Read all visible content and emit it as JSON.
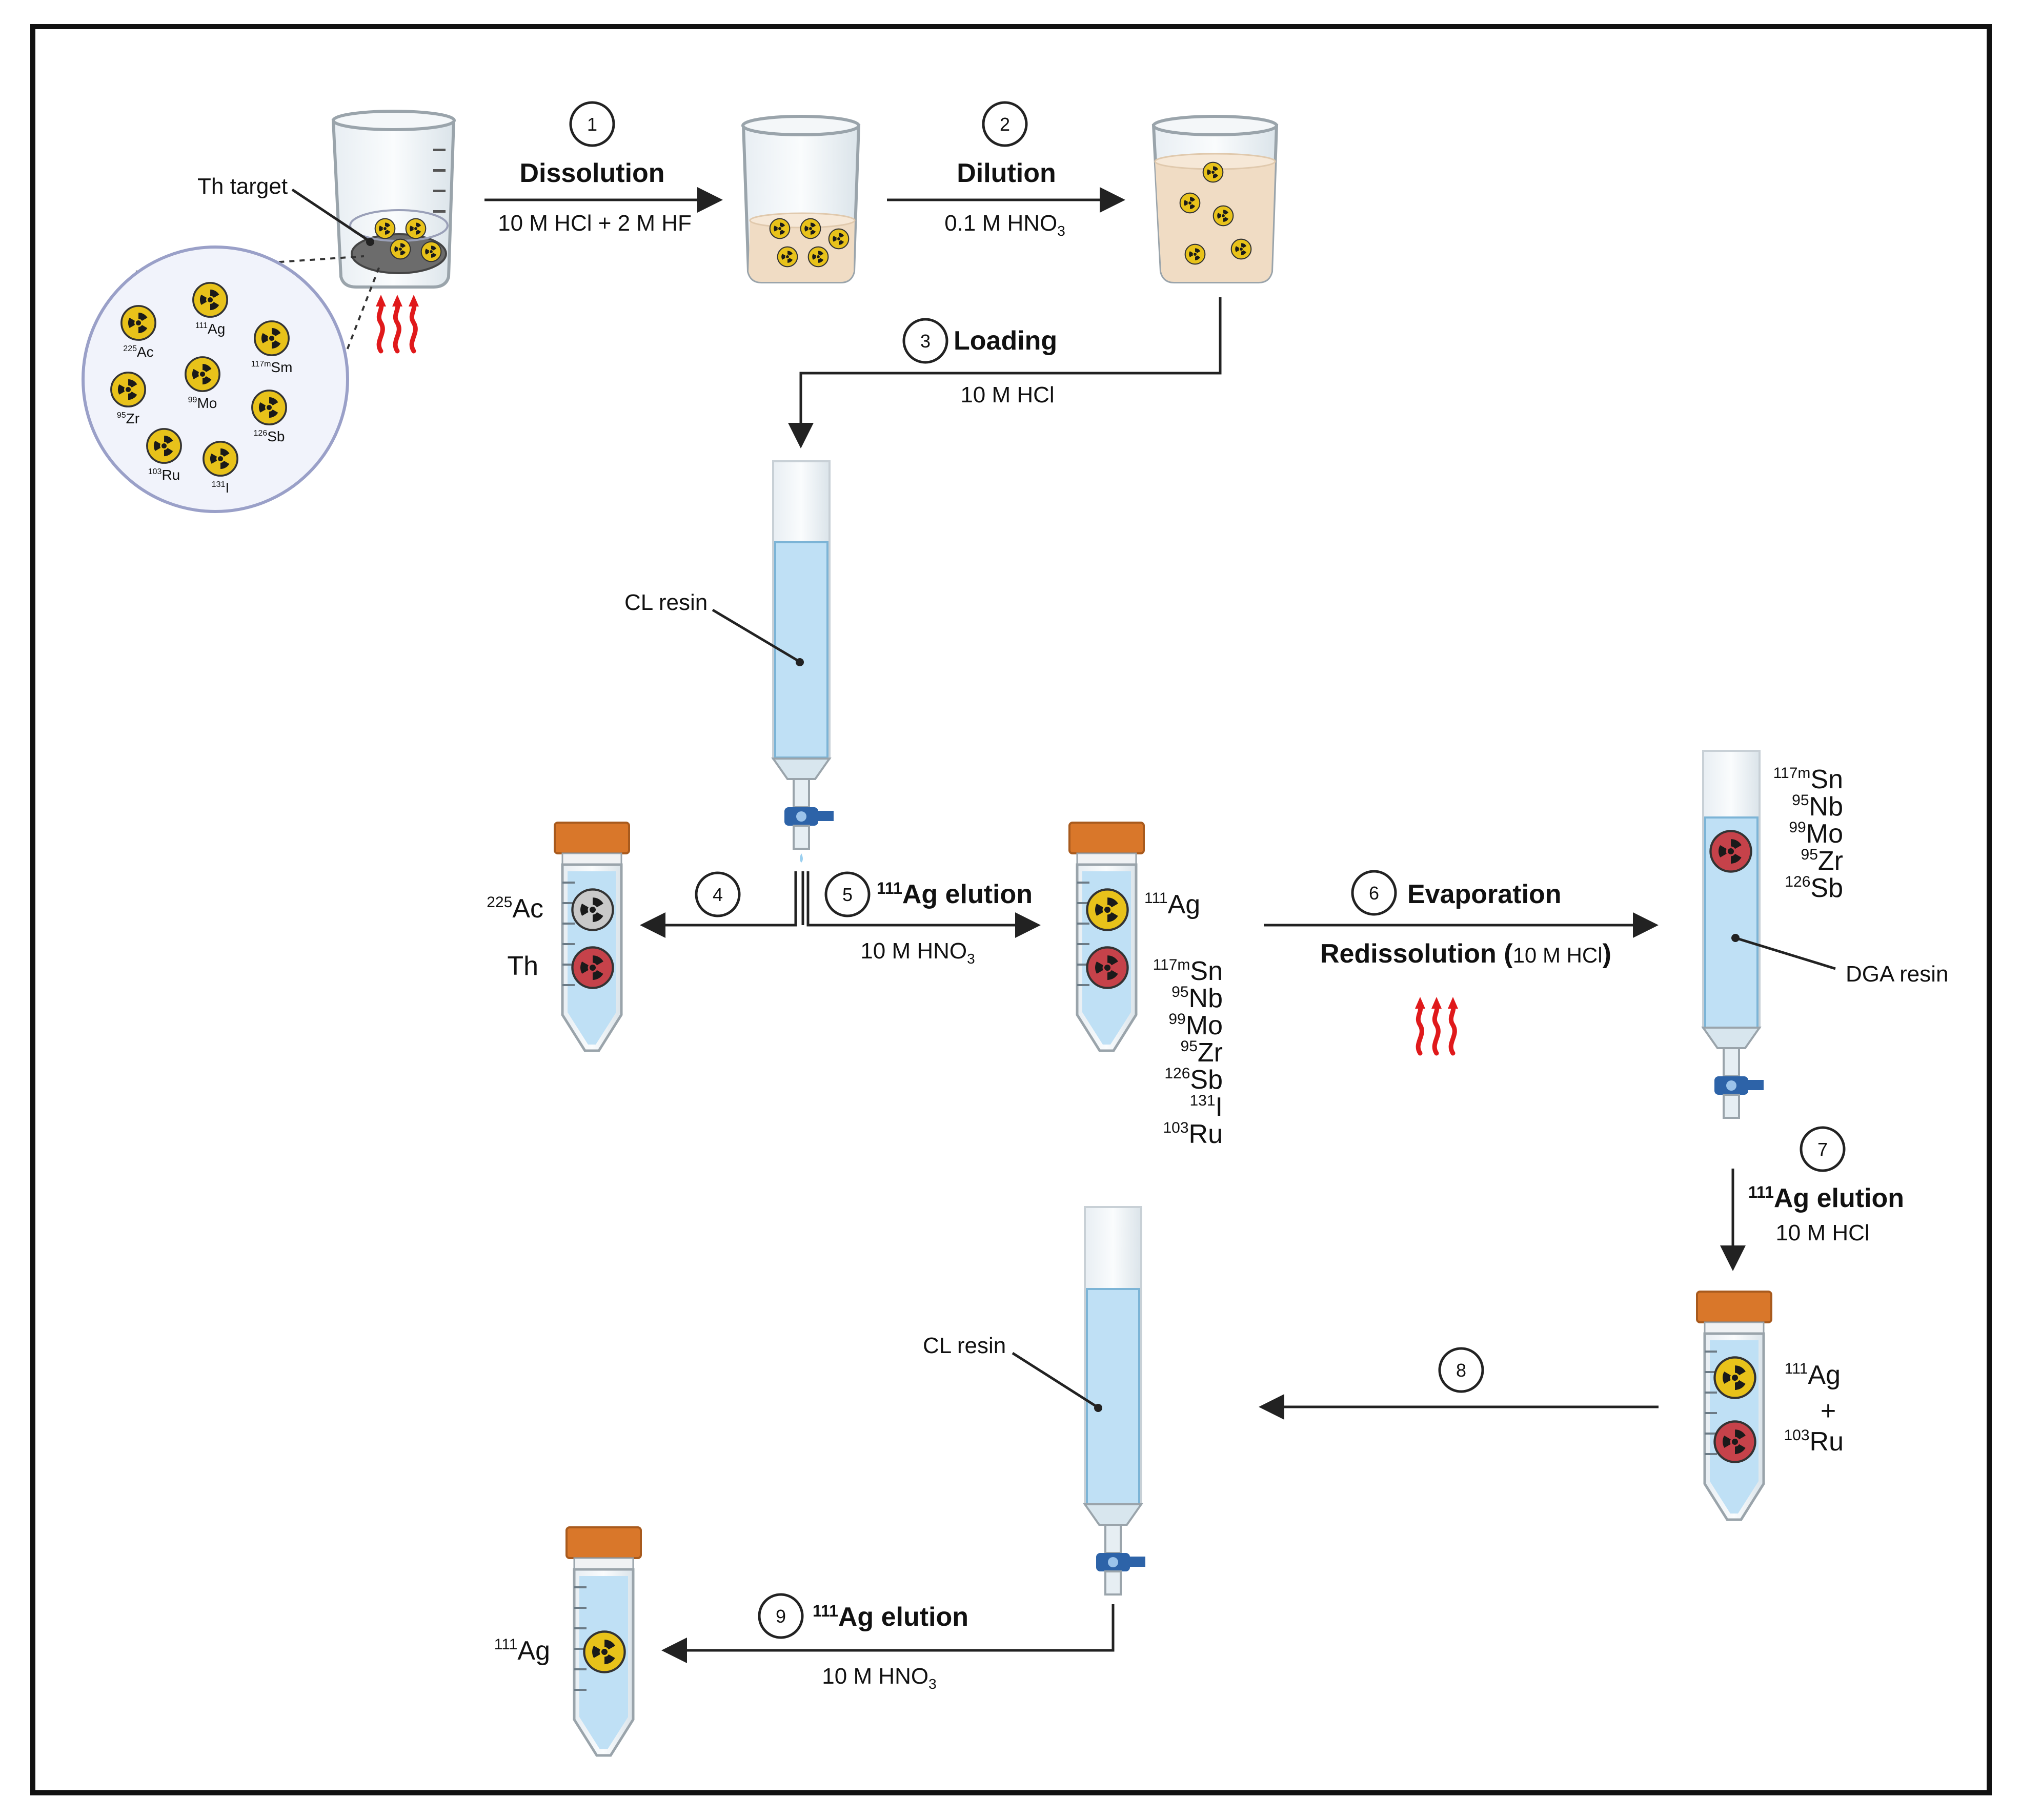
{
  "steps": [
    {
      "num": "1",
      "title": "Dissolution",
      "reagent": "10 M HCl + 2 M HF"
    },
    {
      "num": "2",
      "title": "Dilution",
      "reagent_main": "0.1 M HNO",
      "reagent_sub": "3"
    },
    {
      "num": "3",
      "title": "Loading",
      "reagent": "10 M HCl"
    },
    {
      "num": "4"
    },
    {
      "num": "5",
      "title_sup": "111",
      "title": "Ag elution",
      "reagent_main": "10 M HNO",
      "reagent_sub": "3"
    },
    {
      "num": "6",
      "title": "Evaporation",
      "title2": "Redissolution (",
      "title2_paren": "10 M HCl",
      "title2_end": ")"
    },
    {
      "num": "7",
      "title_sup": "111",
      "title": "Ag elution",
      "reagent": "10 M HCl"
    },
    {
      "num": "8"
    },
    {
      "num": "9",
      "title_sup": "111",
      "title": "Ag elution",
      "reagent_main": "10 M HNO",
      "reagent_sub": "3"
    }
  ],
  "labels": {
    "th_target": "Th target",
    "cl_resin_1": "CL resin",
    "cl_resin_2": "CL resin",
    "dga_resin": "DGA resin"
  },
  "target_isotopes": [
    {
      "mass": "225",
      "sym": "Ac"
    },
    {
      "mass": "111",
      "sym": "Ag"
    },
    {
      "mass": "117m",
      "sym": "Sm"
    },
    {
      "mass": "95",
      "sym": "Zr"
    },
    {
      "mass": "99",
      "sym": "Mo"
    },
    {
      "mass": "126",
      "sym": "Sb"
    },
    {
      "mass": "103",
      "sym": "Ru"
    },
    {
      "mass": "131",
      "sym": "I"
    }
  ],
  "tube_4": [
    {
      "mass": "225",
      "sym": "Ac"
    },
    {
      "mass": "",
      "sym": "Th"
    }
  ],
  "tube_5_top": {
    "mass": "111",
    "sym": "Ag"
  },
  "tube_5_list": [
    {
      "mass": "117m",
      "sym": "Sn"
    },
    {
      "mass": "95",
      "sym": "Nb"
    },
    {
      "mass": "99",
      "sym": "Mo"
    },
    {
      "mass": "95",
      "sym": "Zr"
    },
    {
      "mass": "126",
      "sym": "Sb"
    },
    {
      "mass": "131",
      "sym": "I"
    },
    {
      "mass": "103",
      "sym": "Ru"
    }
  ],
  "dga_list": [
    {
      "mass": "117m",
      "sym": "Sn"
    },
    {
      "mass": "95",
      "sym": "Nb"
    },
    {
      "mass": "99",
      "sym": "Mo"
    },
    {
      "mass": "95",
      "sym": "Zr"
    },
    {
      "mass": "126",
      "sym": "Sb"
    }
  ],
  "tube_7": [
    {
      "mass": "111",
      "sym": "Ag"
    },
    {
      "mass": "",
      "sym": "+"
    },
    {
      "mass": "103",
      "sym": "Ru"
    }
  ],
  "tube_9": {
    "mass": "111",
    "sym": "Ag"
  },
  "colors": {
    "arrow": "#222222",
    "liquid": "#bfe0f5",
    "beaker_liquid": "#f0dcc4",
    "cap": "#d9772a",
    "radio_yellow": "#e8c21a",
    "radio_red": "#c6424a",
    "radio_grey": "#c9c9c9",
    "heat": "#e0191b",
    "stopcock": "#2d63a8"
  }
}
